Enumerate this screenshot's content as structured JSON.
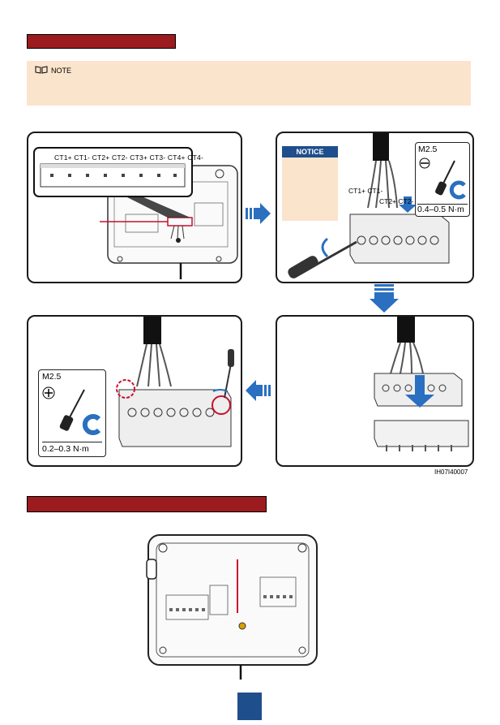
{
  "note": {
    "label": "NOTE"
  },
  "step1": {
    "ct_labels": "CT1+ CT1- CT2+ CT2- CT3+ CT3- CT4+ CT4-"
  },
  "step2": {
    "notice_title": "NOTICE",
    "wire_labels_top": "CT1+ CT1-",
    "wire_labels_bottom": "CT2+ CT2-",
    "screw_size": "M2.5",
    "torque": "0.4–0.5 N·m"
  },
  "step4": {
    "screw_size": "M2.5",
    "torque": "0.2–0.3 N·m"
  },
  "figure_id": "IH07I40007",
  "colors": {
    "heading_bar": "#9b1b1e",
    "note_bg": "#fbe4cc",
    "accent_blue": "#1f4e8c",
    "arrow_blue": "#2a6fc0"
  }
}
